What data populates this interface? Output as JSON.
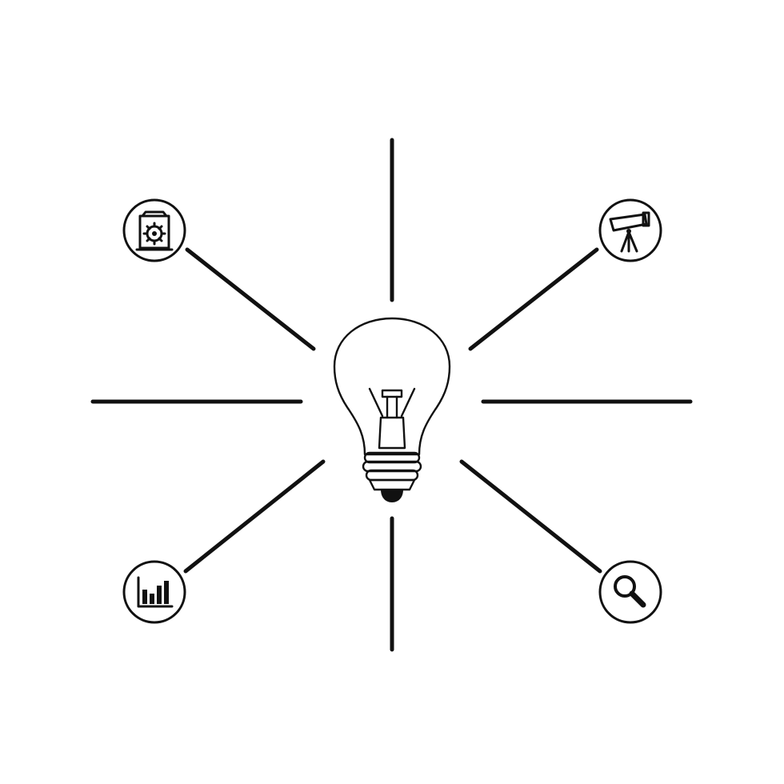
{
  "diagram": {
    "center_icon": "lightbulb-icon",
    "ray_count": 8,
    "badges": [
      {
        "icon": "factory-gear-icon",
        "position": "top-left"
      },
      {
        "icon": "telescope-icon",
        "position": "top-right"
      },
      {
        "icon": "bar-chart-icon",
        "position": "bottom-left"
      },
      {
        "icon": "magnifier-icon",
        "position": "bottom-right"
      }
    ],
    "colors": {
      "background": "#ffffff",
      "stroke": "#111111"
    }
  }
}
